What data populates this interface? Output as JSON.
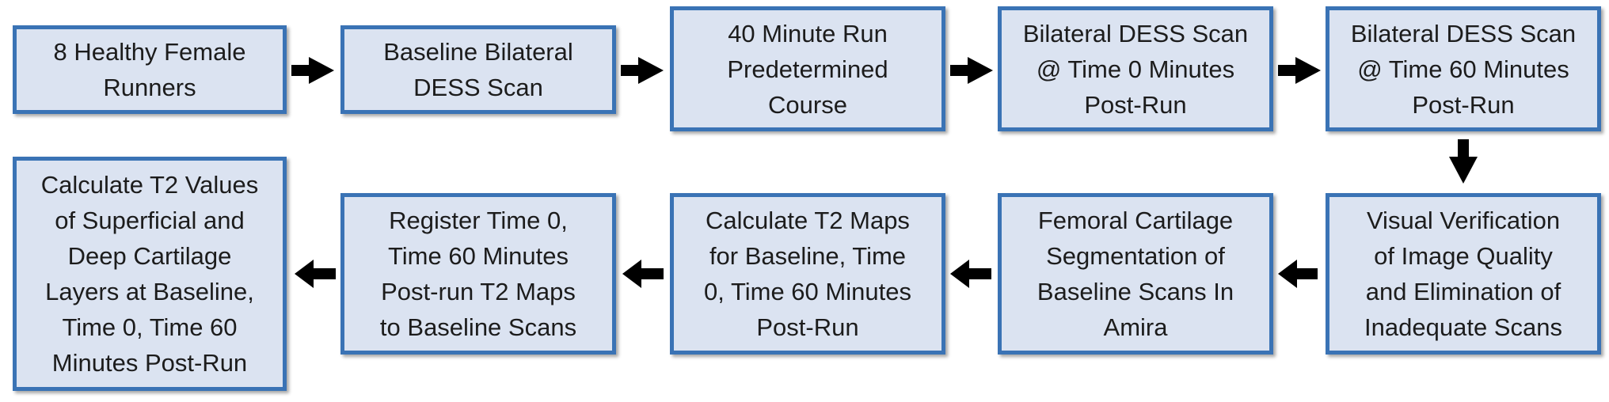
{
  "diagram": {
    "steps": [
      {
        "text": "8 Healthy Female\nRunners"
      },
      {
        "text": "Baseline Bilateral\nDESS Scan"
      },
      {
        "text": "40 Minute Run\nPredetermined\nCourse"
      },
      {
        "text": "Bilateral DESS Scan\n@ Time 0 Minutes\nPost-Run"
      },
      {
        "text": "Bilateral DESS Scan\n@ Time 60 Minutes\nPost-Run"
      },
      {
        "text": "Visual Verification\nof Image Quality\nand Elimination of\nInadequate Scans"
      },
      {
        "text": "Femoral Cartilage\nSegmentation of\nBaseline Scans In\nAmira"
      },
      {
        "text": "Calculate T2 Maps\nfor Baseline, Time\n0, Time 60 Minutes\nPost-Run"
      },
      {
        "text": "Register Time 0,\nTime 60 Minutes\nPost-run T2 Maps\nto Baseline Scans"
      },
      {
        "text": "Calculate T2 Values\nof Superficial and\nDeep Cartilage\nLayers at Baseline,\nTime 0, Time 60\nMinutes Post-Run"
      }
    ],
    "colors": {
      "box_fill": "#dbe3f1",
      "box_border": "#3a73b5",
      "arrow": "#000000",
      "text": "#1c1c1c"
    }
  }
}
